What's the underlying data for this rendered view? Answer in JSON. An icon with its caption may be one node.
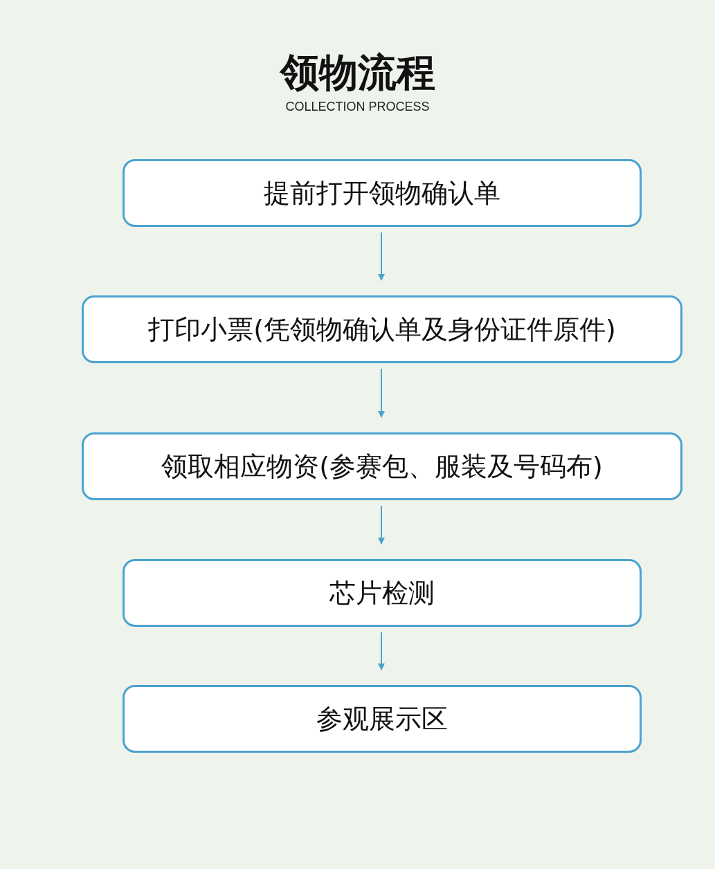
{
  "diagram": {
    "title": "领物流程",
    "nodes": [
      {
        "text": [
          "提前打开领物确认单"
        ]
      },
      {
        "text": [
          "打印小票(凭领物确认单及身份证件原件)"
        ]
      },
      {
        "text": [
          "领取相应物资(参赛包、服装及号码布)"
        ]
      },
      {
        "text": [
          "芯片检测"
        ]
      },
      {
        "text": [
          "参观展示区"
        ]
      }
    ],
    "edges": [
      {
        "from": 0,
        "to": 1,
        "arrow": "to"
      },
      {
        "from": 1,
        "to": 2,
        "arrow": "to"
      },
      {
        "from": 2,
        "to": 3,
        "arrow": "to"
      },
      {
        "from": 3,
        "to": 4,
        "arrow": "to"
      }
    ],
    "labels": [
      "COLLECTION PROCESS"
    ]
  }
}
